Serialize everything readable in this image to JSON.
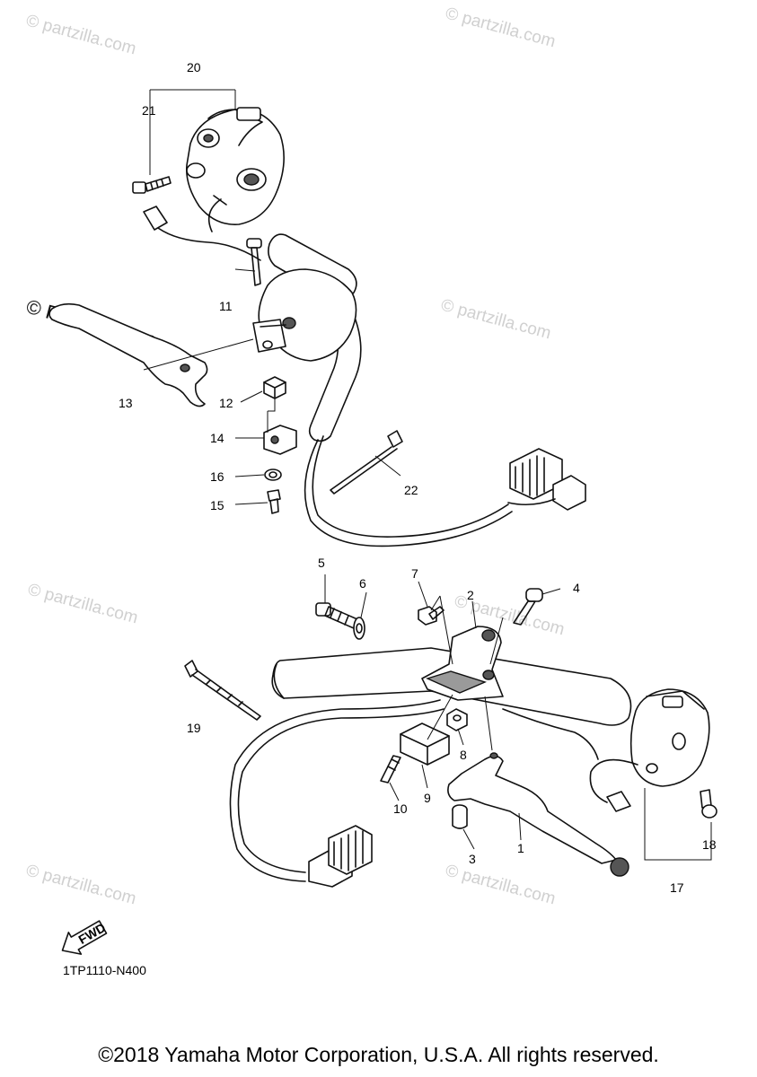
{
  "watermarks": {
    "text": "© partzilla.com",
    "prominent": "© Partzilla.com"
  },
  "callouts": {
    "c1": "1",
    "c2": "2",
    "c3": "3",
    "c4": "4",
    "c5": "5",
    "c6": "6",
    "c7": "7",
    "c8": "8",
    "c9": "9",
    "c10": "10",
    "c11": "11",
    "c12": "12",
    "c13": "13",
    "c14": "14",
    "c15": "15",
    "c16": "16",
    "c17": "17",
    "c18": "18",
    "c19": "19",
    "c20": "20",
    "c21": "21",
    "c22": "22"
  },
  "fwd_label": "FWD",
  "diagram_code": "1TP1110-N400",
  "copyright": "©2018 Yamaha Motor Corporation, U.S.A. All rights reserved."
}
